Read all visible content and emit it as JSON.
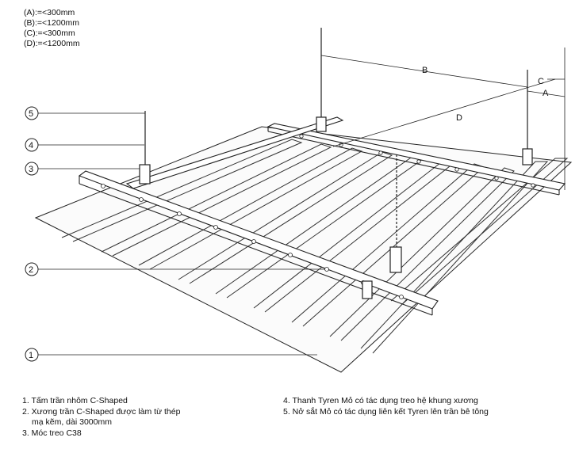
{
  "dimensions": [
    "(A):=<300mm",
    "(B):=<1200mm",
    "(C):=<300mm",
    "(D):=<1200mm"
  ],
  "dimension_labels": {
    "a": "A",
    "b": "B",
    "c": "C",
    "d": "D"
  },
  "callouts": [
    "5",
    "4",
    "3",
    "2",
    "1"
  ],
  "legend_left": [
    "1. Tấm trần nhôm C-Shaped",
    "2. Xương trần C-Shaped được làm từ thép",
    "mạ kẽm, dài 3000mm",
    "3. Móc treo C38"
  ],
  "legend_right": [
    "4. Thanh Tyren Mỏ có tác dụng treo hệ khung xương",
    "5. Nở sắt Mỏ có tác dụng liên kết Tyren lên trần bê tông"
  ]
}
